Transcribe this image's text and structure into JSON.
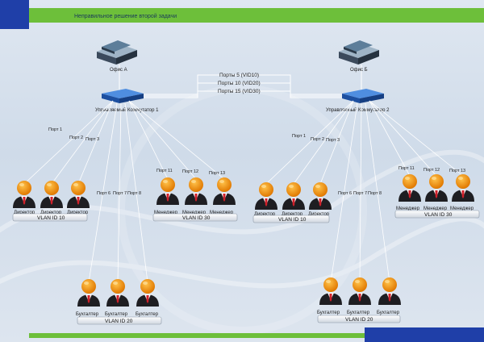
{
  "header": {
    "title": "Неправильное решение второй задачи"
  },
  "offices": {
    "a": "Офис А",
    "b": "Офис Б"
  },
  "switches": {
    "one": "Управляемый Коммутатор 1",
    "two": "Управляемый Коммутатор 2"
  },
  "trunk_links": [
    "Порты 5 (VID10)",
    "Порты 10 (VID20)",
    "Порты 15 (VID30)"
  ],
  "roles": {
    "director": "Директор",
    "manager": "Менеджер",
    "accountant": "Бухгалтер"
  },
  "vlans": {
    "v10": "VLAN ID 10",
    "v20": "VLAN ID 20",
    "v30": "VLAN ID 30"
  },
  "ports": {
    "p1": "Порт 1",
    "p2": "Порт 2",
    "p3": "Порт 3",
    "p6": "Порт 6",
    "p7": "Порт 7",
    "p8": "Порт 8",
    "p11": "Порт 11",
    "p12": "Порт 12",
    "p13": "Порт 13"
  },
  "colors": {
    "accent_green": "#6dbf3a",
    "accent_blue": "#1f3fa8",
    "switch_blue": "#2f6fcf",
    "avatar_orange": "#f08a10"
  }
}
